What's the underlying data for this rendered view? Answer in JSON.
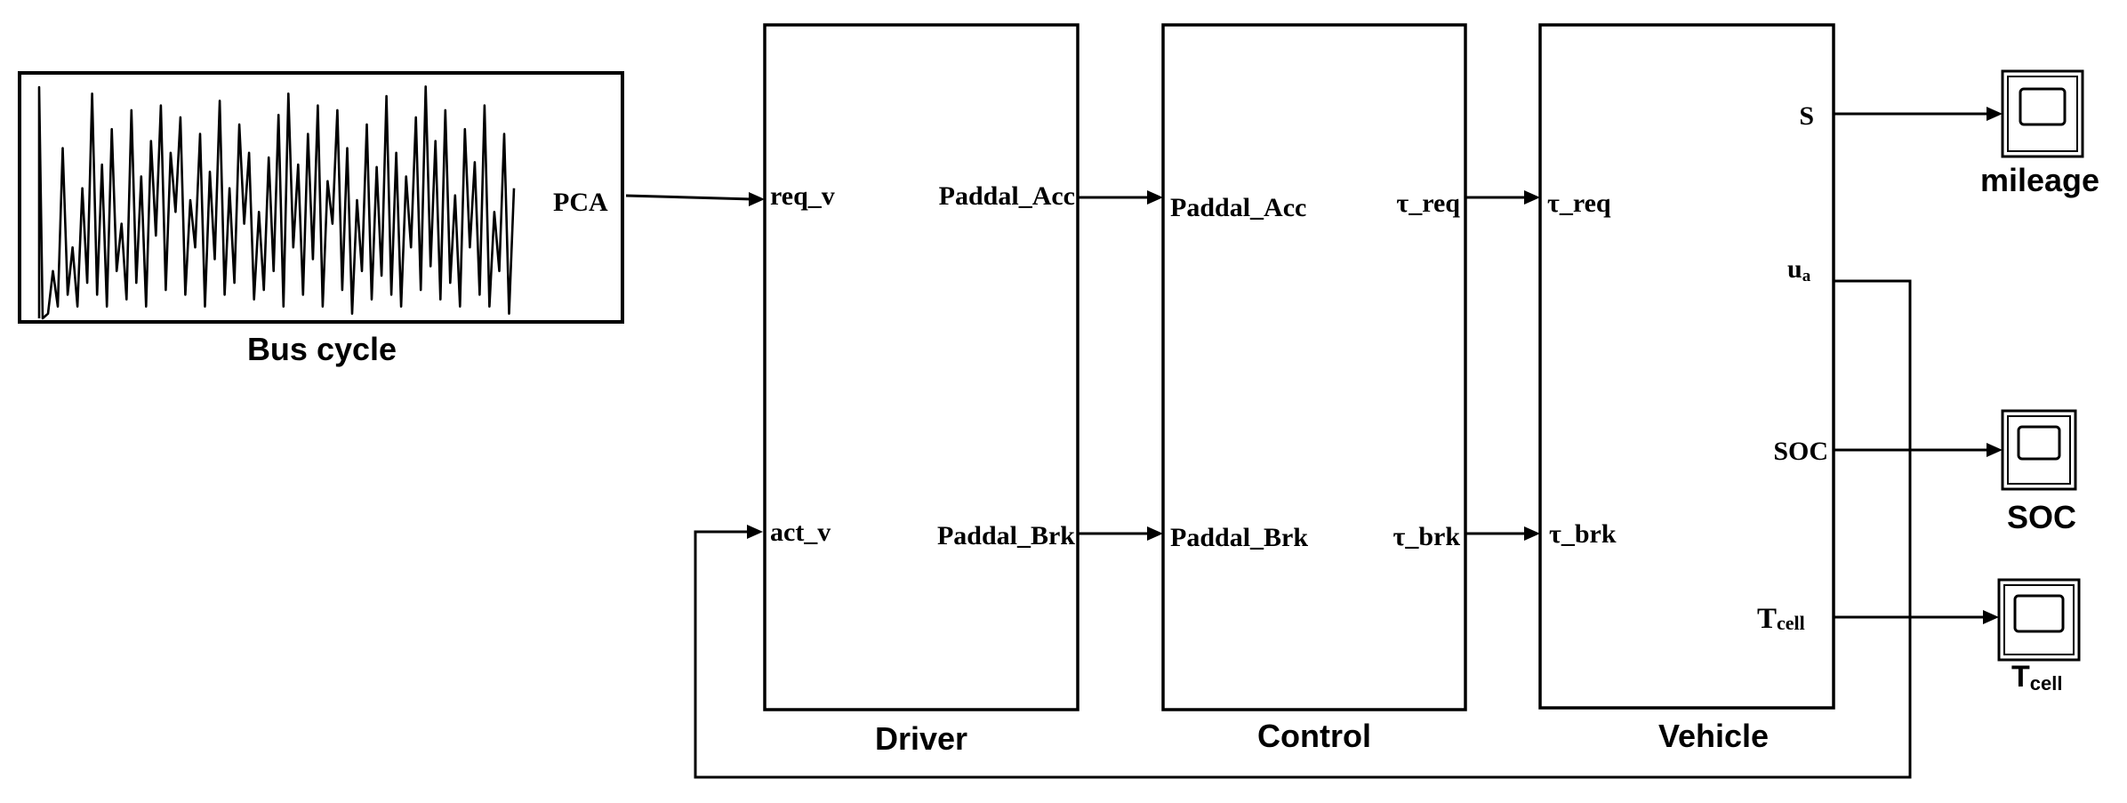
{
  "source": {
    "title": "Bus cycle",
    "output_port": "PCA"
  },
  "driver": {
    "title": "Driver",
    "in_ports": [
      "req_v",
      "act_v"
    ],
    "out_ports": [
      "Paddal_Acc",
      "Paddal_Brk"
    ]
  },
  "control": {
    "title": "Control",
    "in_ports": [
      "Paddal_Acc",
      "Paddal_Brk"
    ],
    "out_ports": [
      "τ_req",
      "τ_brk"
    ]
  },
  "vehicle": {
    "title": "Vehicle",
    "in_ports": [
      "τ_req",
      "τ_brk"
    ],
    "out_ports": {
      "s": "S",
      "ua_main": "u",
      "ua_sub": "a",
      "soc": "SOC",
      "tcell_main": "T",
      "tcell_sub": "cell"
    }
  },
  "scopes": {
    "mileage": "mileage",
    "soc": "SOC",
    "tcell_main": "T",
    "tcell_sub": "cell"
  },
  "icons": {
    "scope": "scope-icon",
    "signal": "signal-waveform-icon"
  },
  "signal_samples": [
    0.02,
    0.2,
    0.05,
    0.72,
    0.1,
    0.3,
    0.05,
    0.55,
    0.15,
    0.95,
    0.1,
    0.65,
    0.05,
    0.8,
    0.2,
    0.4,
    0.08,
    0.88,
    0.15,
    0.6,
    0.05,
    0.75,
    0.35,
    0.9,
    0.12,
    0.7,
    0.45,
    0.85,
    0.1,
    0.5,
    0.3,
    0.78,
    0.05,
    0.62,
    0.25,
    0.92,
    0.1,
    0.55,
    0.15,
    0.82,
    0.4,
    0.7,
    0.08,
    0.45,
    0.12,
    0.68,
    0.2,
    0.86,
    0.05,
    0.95,
    0.3,
    0.65,
    0.1,
    0.78,
    0.25,
    0.9,
    0.05,
    0.58,
    0.4,
    0.88,
    0.12,
    0.72,
    0.02,
    0.5,
    0.2,
    0.82,
    0.08,
    0.64,
    0.18,
    0.94,
    0.1,
    0.7,
    0.05,
    0.6,
    0.3,
    0.85,
    0.12,
    0.98,
    0.22,
    0.75,
    0.08,
    0.88,
    0.15,
    0.52,
    0.05,
    0.8,
    0.3,
    0.66,
    0.1,
    0.9,
    0.05,
    0.45,
    0.2,
    0.78,
    0.02,
    0.55
  ]
}
